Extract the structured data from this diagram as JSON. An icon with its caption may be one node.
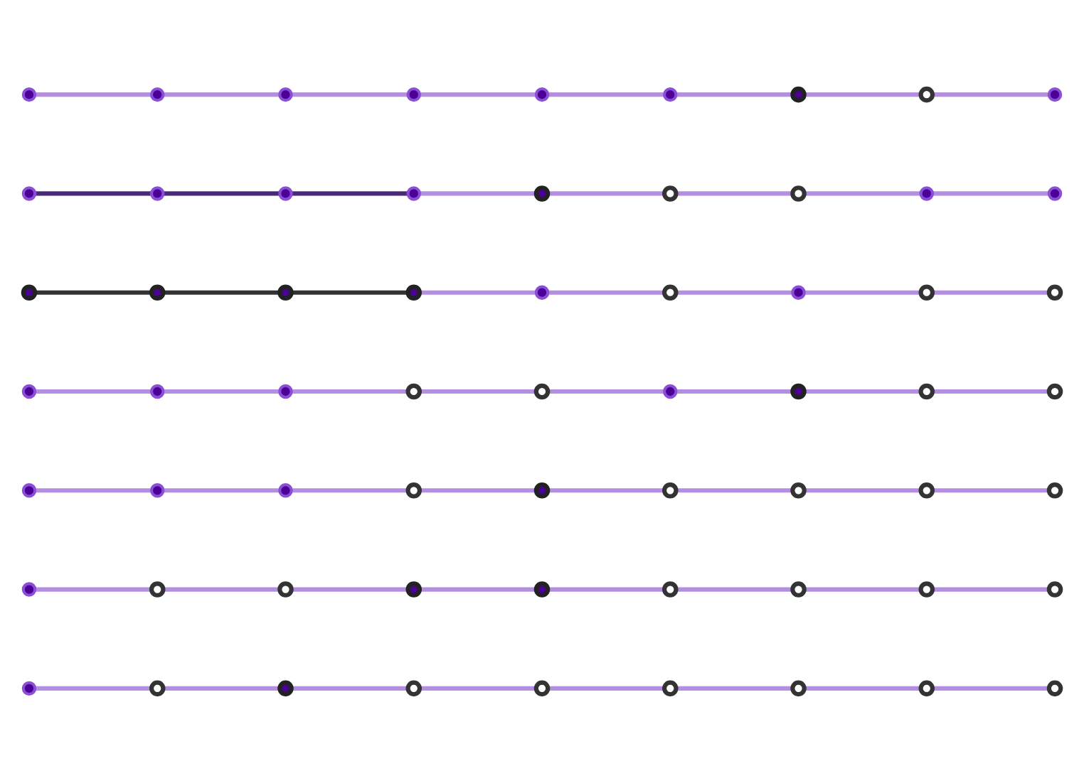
{
  "diagram": {
    "nodes": [
      {
        "text": [],
        "shape": "circle"
      },
      {
        "text": [],
        "shape": "circle"
      },
      {
        "text": [],
        "shape": "circle"
      },
      {
        "text": [],
        "shape": "circle"
      },
      {
        "text": [],
        "shape": "circle"
      },
      {
        "text": [],
        "shape": "circle"
      },
      {
        "text": [],
        "shape": "circle"
      },
      {
        "text": [],
        "shape": "circle"
      },
      {
        "text": [],
        "shape": "circle"
      },
      {
        "text": [],
        "shape": "circle"
      },
      {
        "text": [],
        "shape": "circle"
      },
      {
        "text": [],
        "shape": "circle"
      },
      {
        "text": [],
        "shape": "circle"
      },
      {
        "text": [],
        "shape": "circle"
      },
      {
        "text": [],
        "shape": "circle"
      },
      {
        "text": [],
        "shape": "circle"
      },
      {
        "text": [],
        "shape": "circle"
      },
      {
        "text": [],
        "shape": "circle"
      },
      {
        "text": [],
        "shape": "circle"
      },
      {
        "text": [],
        "shape": "circle"
      },
      {
        "text": [],
        "shape": "circle"
      },
      {
        "text": [],
        "shape": "circle"
      },
      {
        "text": [],
        "shape": "circle"
      },
      {
        "text": [],
        "shape": "circle"
      },
      {
        "text": [],
        "shape": "circle"
      },
      {
        "text": [],
        "shape": "circle"
      },
      {
        "text": [],
        "shape": "circle"
      },
      {
        "text": [],
        "shape": "circle"
      },
      {
        "text": [],
        "shape": "circle"
      },
      {
        "text": [],
        "shape": "circle"
      },
      {
        "text": [],
        "shape": "circle"
      },
      {
        "text": [],
        "shape": "circle"
      },
      {
        "text": [],
        "shape": "circle"
      },
      {
        "text": [],
        "shape": "circle"
      },
      {
        "text": [],
        "shape": "circle"
      },
      {
        "text": [],
        "shape": "circle"
      },
      {
        "text": [],
        "shape": "circle"
      },
      {
        "text": [],
        "shape": "circle"
      },
      {
        "text": [],
        "shape": "circle"
      },
      {
        "text": [],
        "shape": "circle"
      },
      {
        "text": [],
        "shape": "circle"
      },
      {
        "text": [],
        "shape": "circle"
      },
      {
        "text": [],
        "shape": "circle"
      },
      {
        "text": [],
        "shape": "circle"
      },
      {
        "text": [],
        "shape": "circle"
      },
      {
        "text": [],
        "shape": "circle"
      },
      {
        "text": [],
        "shape": "circle"
      },
      {
        "text": [],
        "shape": "circle"
      },
      {
        "text": [],
        "shape": "circle"
      },
      {
        "text": [],
        "shape": "circle"
      },
      {
        "text": [],
        "shape": "circle"
      },
      {
        "text": [],
        "shape": "circle"
      },
      {
        "text": [],
        "shape": "circle"
      },
      {
        "text": [],
        "shape": "circle"
      },
      {
        "text": [],
        "shape": "circle"
      },
      {
        "text": [],
        "shape": "circle"
      },
      {
        "text": [],
        "shape": "circle"
      },
      {
        "text": [],
        "shape": "circle"
      },
      {
        "text": [],
        "shape": "circle"
      },
      {
        "text": [],
        "shape": "circle"
      },
      {
        "text": [],
        "shape": "circle"
      },
      {
        "text": [],
        "shape": "circle"
      },
      {
        "text": [],
        "shape": "circle"
      }
    ],
    "edges": [
      {
        "from": 0,
        "to": 1,
        "arrow": "none"
      },
      {
        "from": 1,
        "to": 2,
        "arrow": "none"
      },
      {
        "from": 2,
        "to": 3,
        "arrow": "none"
      },
      {
        "from": 3,
        "to": 4,
        "arrow": "none"
      },
      {
        "from": 4,
        "to": 5,
        "arrow": "none"
      },
      {
        "from": 5,
        "to": 6,
        "arrow": "none"
      },
      {
        "from": 6,
        "to": 7,
        "arrow": "none"
      },
      {
        "from": 7,
        "to": 8,
        "arrow": "none"
      },
      {
        "from": 9,
        "to": 10,
        "arrow": "none",
        "color": "#4a2a78"
      },
      {
        "from": 10,
        "to": 11,
        "arrow": "none",
        "color": "#4a2a78"
      },
      {
        "from": 11,
        "to": 12,
        "arrow": "none",
        "color": "#4a2a78"
      },
      {
        "from": 12,
        "to": 13,
        "arrow": "none"
      },
      {
        "from": 13,
        "to": 14,
        "arrow": "none"
      },
      {
        "from": 14,
        "to": 15,
        "arrow": "none"
      },
      {
        "from": 15,
        "to": 16,
        "arrow": "none"
      },
      {
        "from": 16,
        "to": 17,
        "arrow": "none"
      },
      {
        "from": 18,
        "to": 19,
        "arrow": "none",
        "color": "#333333"
      },
      {
        "from": 19,
        "to": 20,
        "arrow": "none",
        "color": "#333333"
      },
      {
        "from": 20,
        "to": 21,
        "arrow": "none",
        "color": "#333333"
      },
      {
        "from": 21,
        "to": 22,
        "arrow": "none"
      },
      {
        "from": 22,
        "to": 23,
        "arrow": "none"
      },
      {
        "from": 23,
        "to": 24,
        "arrow": "none"
      },
      {
        "from": 24,
        "to": 25,
        "arrow": "none"
      },
      {
        "from": 25,
        "to": 26,
        "arrow": "none"
      },
      {
        "from": 27,
        "to": 28,
        "arrow": "none"
      },
      {
        "from": 28,
        "to": 29,
        "arrow": "none"
      },
      {
        "from": 29,
        "to": 30,
        "arrow": "none"
      },
      {
        "from": 30,
        "to": 31,
        "arrow": "none"
      },
      {
        "from": 31,
        "to": 32,
        "arrow": "none"
      },
      {
        "from": 32,
        "to": 33,
        "arrow": "none"
      },
      {
        "from": 33,
        "to": 34,
        "arrow": "none"
      },
      {
        "from": 34,
        "to": 35,
        "arrow": "none"
      },
      {
        "from": 36,
        "to": 37,
        "arrow": "none"
      },
      {
        "from": 37,
        "to": 38,
        "arrow": "none"
      },
      {
        "from": 38,
        "to": 39,
        "arrow": "none"
      },
      {
        "from": 39,
        "to": 40,
        "arrow": "none"
      },
      {
        "from": 40,
        "to": 41,
        "arrow": "none"
      },
      {
        "from": 41,
        "to": 42,
        "arrow": "none"
      },
      {
        "from": 42,
        "to": 43,
        "arrow": "none"
      },
      {
        "from": 43,
        "to": 44,
        "arrow": "none"
      },
      {
        "from": 45,
        "to": 46,
        "arrow": "none"
      },
      {
        "from": 46,
        "to": 47,
        "arrow": "none"
      },
      {
        "from": 47,
        "to": 48,
        "arrow": "none"
      },
      {
        "from": 48,
        "to": 49,
        "arrow": "none"
      },
      {
        "from": 49,
        "to": 50,
        "arrow": "none"
      },
      {
        "from": 50,
        "to": 51,
        "arrow": "none"
      },
      {
        "from": 51,
        "to": 52,
        "arrow": "none"
      },
      {
        "from": 52,
        "to": 53,
        "arrow": "none"
      },
      {
        "from": 54,
        "to": 55,
        "arrow": "none"
      },
      {
        "from": 55,
        "to": 56,
        "arrow": "none"
      },
      {
        "from": 56,
        "to": 57,
        "arrow": "none"
      },
      {
        "from": 57,
        "to": 58,
        "arrow": "none"
      },
      {
        "from": 58,
        "to": 59,
        "arrow": "none"
      },
      {
        "from": 59,
        "to": 60,
        "arrow": "none"
      },
      {
        "from": 60,
        "to": 61,
        "arrow": "none"
      },
      {
        "from": 61,
        "to": 62,
        "arrow": "none"
      }
    ]
  }
}
